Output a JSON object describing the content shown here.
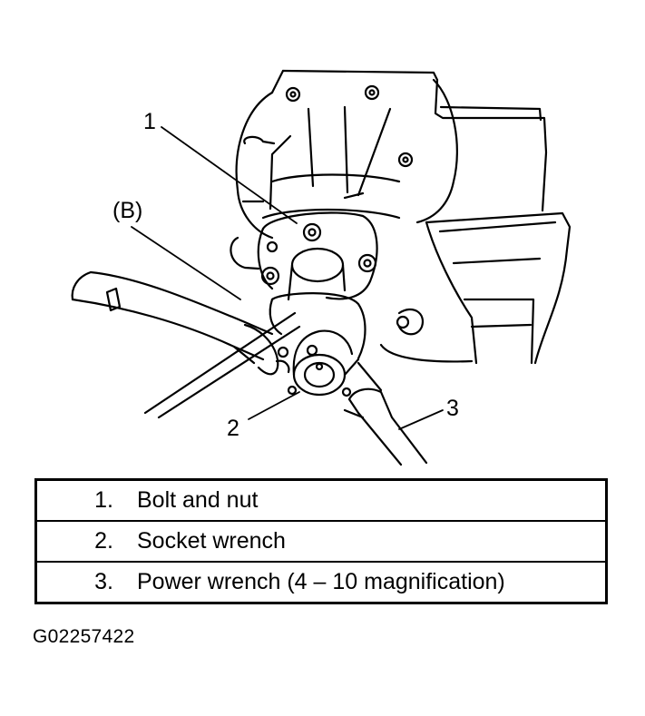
{
  "callouts": {
    "c1": "1",
    "c2": "2",
    "c3": "3",
    "cB": "(B)"
  },
  "legend": {
    "rows": [
      {
        "num": "1.",
        "text": "Bolt and nut"
      },
      {
        "num": "2.",
        "text": "Socket wrench"
      },
      {
        "num": "3.",
        "text": "Power wrench (4 – 10 magnification)"
      }
    ]
  },
  "figure_code": "G02257422",
  "colors": {
    "ink": "#000000",
    "paper": "#ffffff"
  }
}
